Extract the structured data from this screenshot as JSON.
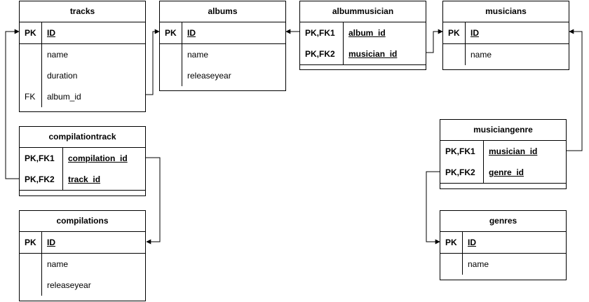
{
  "entities": {
    "tracks": {
      "title": "tracks",
      "rows": [
        {
          "key": "PK",
          "name": "ID"
        },
        {
          "key": "",
          "name": "name"
        },
        {
          "key": "",
          "name": "duration"
        },
        {
          "key": "FK",
          "name": "album_id"
        }
      ]
    },
    "albums": {
      "title": "albums",
      "rows": [
        {
          "key": "PK",
          "name": "ID"
        },
        {
          "key": "",
          "name": "name"
        },
        {
          "key": "",
          "name": "releaseyear"
        }
      ]
    },
    "albummusician": {
      "title": "albummusician",
      "rows": [
        {
          "key": "PK,FK1",
          "name": "album_id"
        },
        {
          "key": "PK,FK2",
          "name": "musician_id"
        }
      ]
    },
    "musicians": {
      "title": "musicians",
      "rows": [
        {
          "key": "PK",
          "name": "ID"
        },
        {
          "key": "",
          "name": "name"
        }
      ]
    },
    "compilationtrack": {
      "title": "compilationtrack",
      "rows": [
        {
          "key": "PK,FK1",
          "name": "compilation_id"
        },
        {
          "key": "PK,FK2",
          "name": "track_id"
        }
      ]
    },
    "compilations": {
      "title": "compilations",
      "rows": [
        {
          "key": "PK",
          "name": "ID"
        },
        {
          "key": "",
          "name": "name"
        },
        {
          "key": "",
          "name": "releaseyear"
        }
      ]
    },
    "musiciangenre": {
      "title": "musiciangenre",
      "rows": [
        {
          "key": "PK,FK1",
          "name": "musician_id"
        },
        {
          "key": "PK,FK2",
          "name": "genre_id"
        }
      ]
    },
    "genres": {
      "title": "genres",
      "rows": [
        {
          "key": "PK",
          "name": "ID"
        },
        {
          "key": "",
          "name": "name"
        }
      ]
    }
  },
  "relationships": [
    {
      "from": "tracks.album_id",
      "to": "albums.ID"
    },
    {
      "from": "albummusician.album_id",
      "to": "albums.ID"
    },
    {
      "from": "albummusician.musician_id",
      "to": "musicians.ID"
    },
    {
      "from": "compilationtrack.track_id",
      "to": "tracks.ID"
    },
    {
      "from": "compilationtrack.compilation_id",
      "to": "compilations.ID"
    },
    {
      "from": "musiciangenre.musician_id",
      "to": "musicians.ID"
    },
    {
      "from": "musiciangenre.genre_id",
      "to": "genres.ID"
    }
  ],
  "colors": {
    "line": "#000000",
    "background": "#ffffff"
  }
}
